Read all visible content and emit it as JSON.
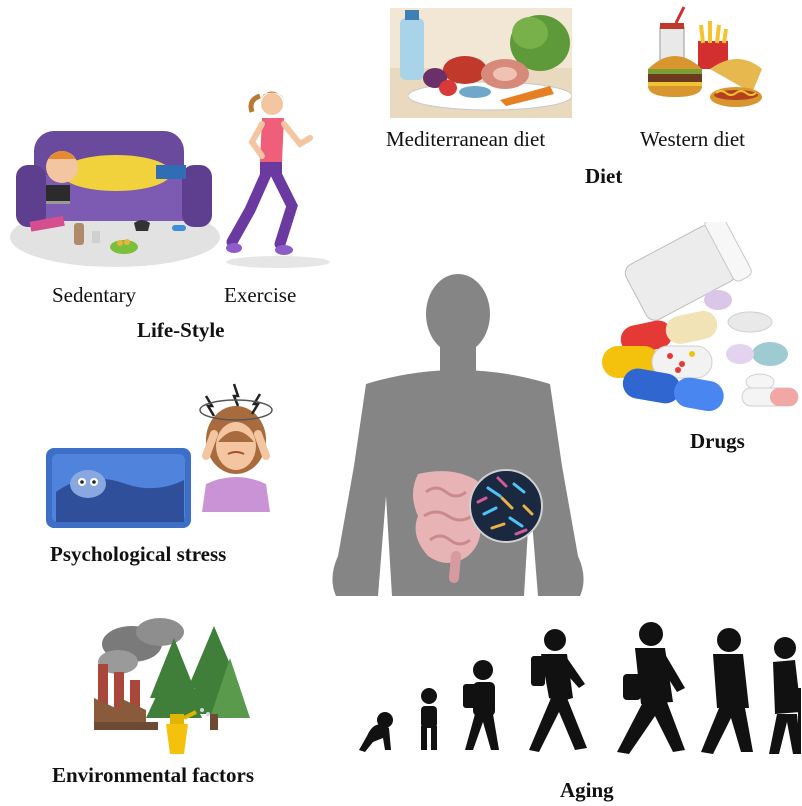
{
  "center": {
    "icon": "human-silhouette-with-gut-microbiome-icon"
  },
  "groups": {
    "diet": {
      "title": "Diet",
      "items": [
        {
          "label": "Mediterranean diet",
          "icon": "mediterranean-food-icon"
        },
        {
          "label": "Western diet",
          "icon": "fast-food-icon"
        }
      ]
    },
    "lifestyle": {
      "title": "Life-Style",
      "items": [
        {
          "label": "Sedentary",
          "icon": "couch-potato-icon"
        },
        {
          "label": "Exercise",
          "icon": "running-woman-icon"
        }
      ]
    },
    "drugs": {
      "title": "Drugs",
      "icon": "pills-icon"
    },
    "stress": {
      "title": "Psychological stress",
      "icon": "stressed-person-icon"
    },
    "environment": {
      "title": "Environmental factors",
      "icon": "factory-pollution-icon"
    },
    "aging": {
      "title": "Aging",
      "icon": "life-stages-silhouettes-icon"
    }
  }
}
